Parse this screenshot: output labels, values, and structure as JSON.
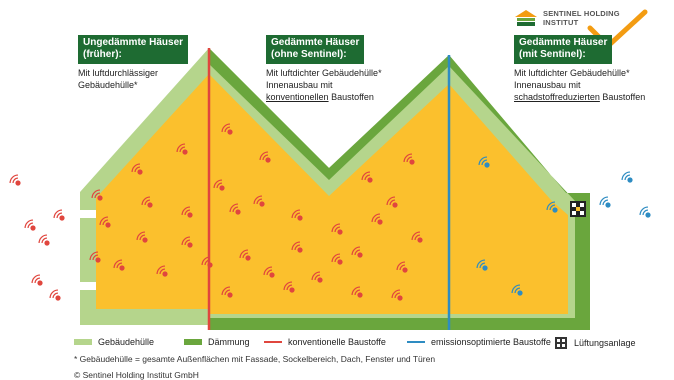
{
  "labels": {
    "left": {
      "head_line1": "Ungedämmte Häuser",
      "head_line2": "(früher):",
      "body_line1": "Mit luftdurchlässiger",
      "body_line2": "Gebäudehülle*"
    },
    "middle": {
      "head_line1": "Gedämmte Häuser",
      "head_line2": "(ohne Sentinel):",
      "body_line1": "Mit luftdichter Gebäudehülle*",
      "body_line2": "Innenausbau mit",
      "body_line3_underlined": "konventionellen",
      "body_line3_rest": " Baustoffen"
    },
    "right": {
      "head_line1": "Gedämmte Häuser",
      "head_line2": "(mit Sentinel):",
      "body_line1": "Mit luftdichter Gebäudehülle*",
      "body_line2": "Innenausbau mit",
      "body_line3_underlined": "schadstoffreduzierten",
      "body_line3_rest": " Baustoffen"
    }
  },
  "logo": {
    "line1": "SENTINEL HOLDING",
    "line2": "INSTITUT"
  },
  "legend": {
    "items": [
      {
        "label": "Gebäudehülle",
        "color": "#b5d58c",
        "kind": "swatch"
      },
      {
        "label": "Dämmung",
        "color": "#6aa63d",
        "kind": "swatch"
      },
      {
        "label": "konventionelle Baustoffe",
        "color": "#e0463e",
        "kind": "line"
      },
      {
        "label": "emissionsoptimierte Baustoffe",
        "color": "#2e8cc2",
        "kind": "line"
      },
      {
        "label": "Lüftungsanlage",
        "color": "#333333",
        "kind": "icon"
      }
    ]
  },
  "footnote": "* Gebäudehülle = gesamte Außenflächen mit Fassade, Sockelbereich, Dach, Fenster und Türen",
  "copyright": "© Sentinel Holding Institut GmbH",
  "colors": {
    "interior": "#fbc02d",
    "hull": "#b5d58c",
    "insulation": "#6aa63d",
    "conventional": "#e0463e",
    "optimized": "#2e8cc2",
    "label_bg": "#1e6b32",
    "checkmark": "#f39c12"
  }
}
